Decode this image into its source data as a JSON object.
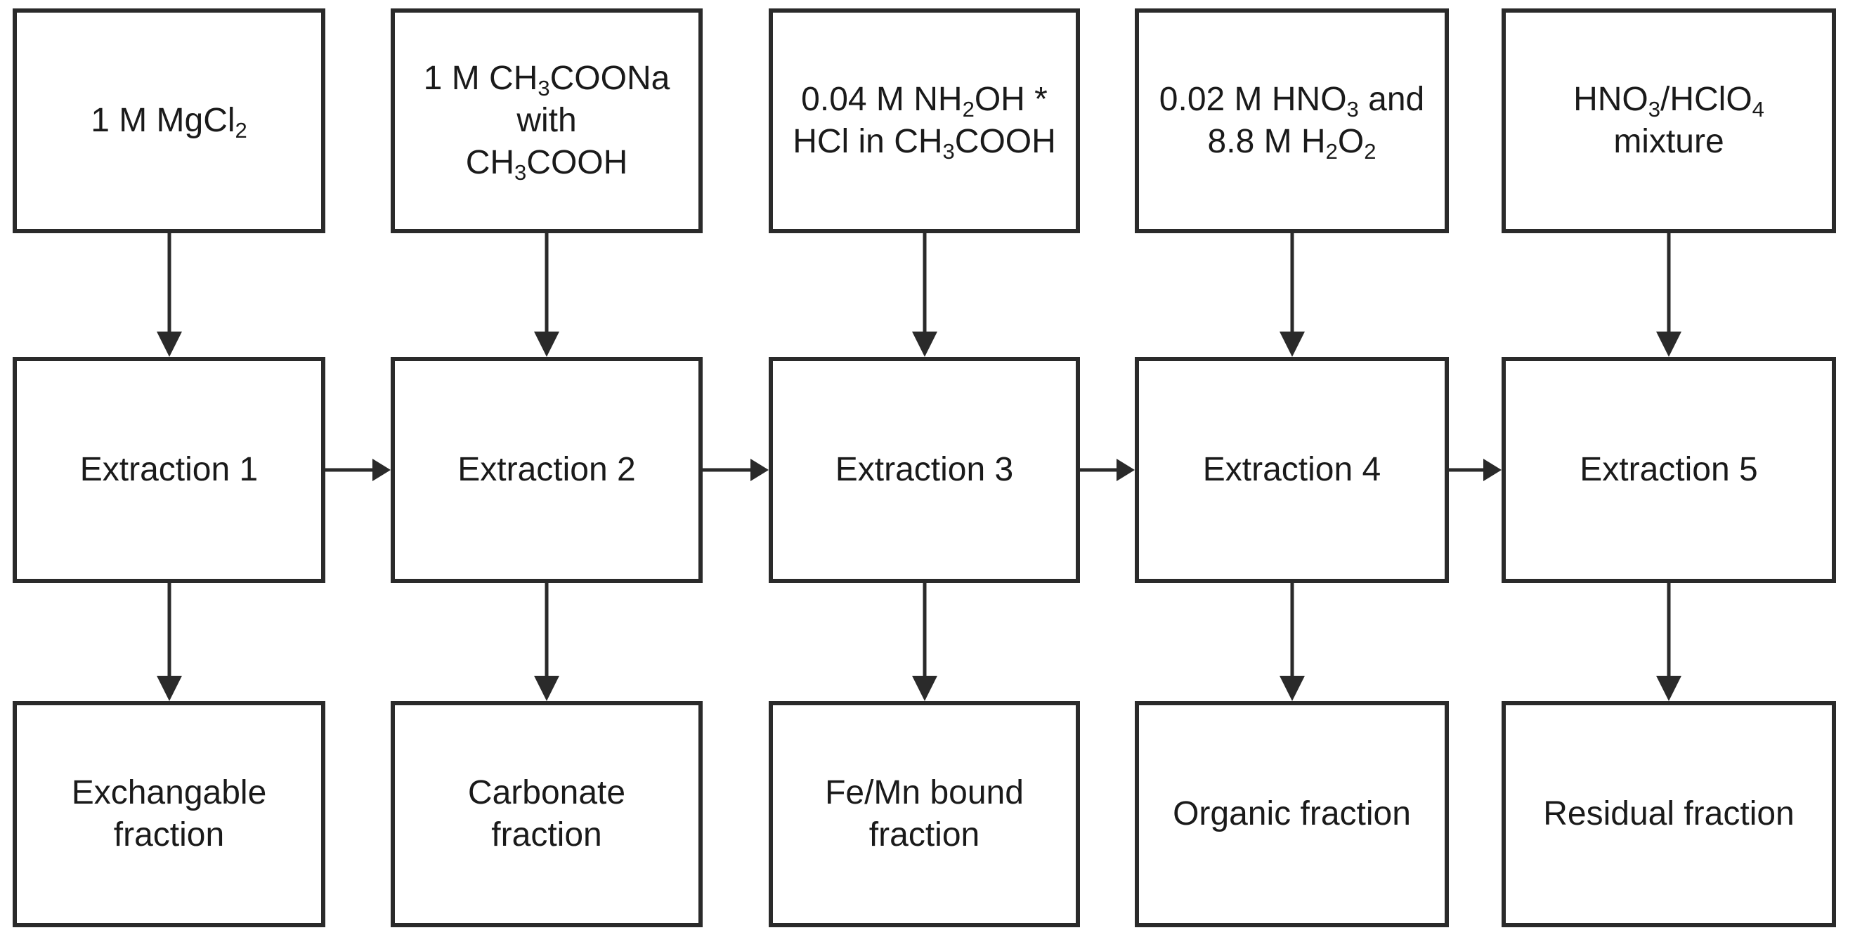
{
  "colors": {
    "box_border": "#2a2a2a",
    "arrow": "#1a1a1a",
    "text": "#1a1a1a",
    "background": "#ffffff"
  },
  "flowchart": {
    "description": "sequential-extraction-procedure",
    "columns": [
      {
        "reagent_lines": [
          [
            {
              "text": "1 M MgCl"
            },
            {
              "text": "2",
              "sub": true
            }
          ]
        ],
        "extraction_label": "Extraction 1",
        "fraction_lines": [
          [
            {
              "text": "Exchangable"
            }
          ],
          [
            {
              "text": "fraction"
            }
          ]
        ]
      },
      {
        "reagent_lines": [
          [
            {
              "text": "1 M CH"
            },
            {
              "text": "3",
              "sub": true
            },
            {
              "text": "COONa"
            }
          ],
          [
            {
              "text": "with"
            }
          ],
          [
            {
              "text": "CH"
            },
            {
              "text": "3",
              "sub": true
            },
            {
              "text": "COOH"
            }
          ]
        ],
        "extraction_label": "Extraction 2",
        "fraction_lines": [
          [
            {
              "text": "Carbonate"
            }
          ],
          [
            {
              "text": "fraction"
            }
          ]
        ]
      },
      {
        "reagent_lines": [
          [
            {
              "text": "0.04 M NH"
            },
            {
              "text": "2",
              "sub": true
            },
            {
              "text": "OH *"
            }
          ],
          [
            {
              "text": "HCl in CH"
            },
            {
              "text": "3",
              "sub": true
            },
            {
              "text": "COOH"
            }
          ]
        ],
        "extraction_label": "Extraction 3",
        "fraction_lines": [
          [
            {
              "text": "Fe/Mn bound"
            }
          ],
          [
            {
              "text": "fraction"
            }
          ]
        ]
      },
      {
        "reagent_lines": [
          [
            {
              "text": "0.02 M HNO"
            },
            {
              "text": "3",
              "sub": true
            },
            {
              "text": " and"
            }
          ],
          [
            {
              "text": "8.8 M H"
            },
            {
              "text": "2",
              "sub": true
            },
            {
              "text": "O"
            },
            {
              "text": "2",
              "sub": true
            }
          ]
        ],
        "extraction_label": "Extraction 4",
        "fraction_lines": [
          [
            {
              "text": "Organic fraction"
            }
          ]
        ]
      },
      {
        "reagent_lines": [
          [
            {
              "text": "HNO"
            },
            {
              "text": "3",
              "sub": true
            },
            {
              "text": "/HClO"
            },
            {
              "text": "4",
              "sub": true
            }
          ],
          [
            {
              "text": "mixture"
            }
          ]
        ],
        "extraction_label": "Extraction 5",
        "fraction_lines": [
          [
            {
              "text": "Residual fraction"
            }
          ]
        ]
      }
    ]
  }
}
